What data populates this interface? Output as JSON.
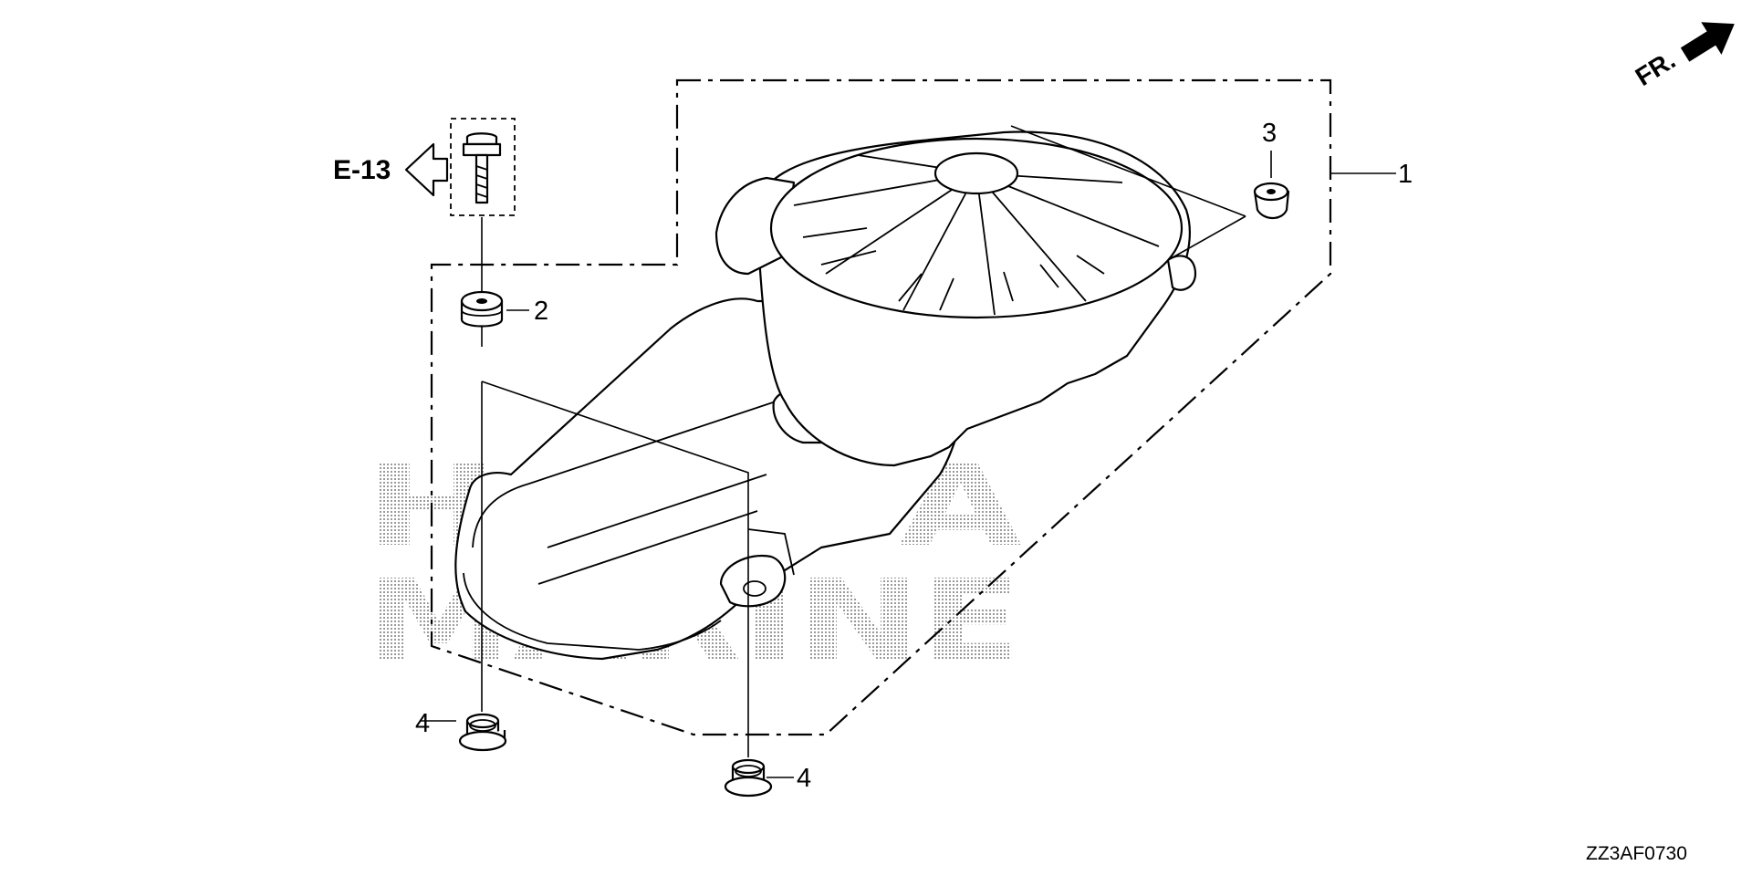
{
  "title": "",
  "callouts": {
    "cover_assy": "1",
    "grommet_a": "2",
    "grommet_b": "3",
    "collar_left": "4",
    "collar_right": "4"
  },
  "reference": {
    "label": "E-13",
    "direction_icon": "hollow-left-arrow-icon"
  },
  "orientation": {
    "label": "FR.",
    "icon": "front-direction-arrow-icon"
  },
  "watermark": {
    "line1": "HONDA",
    "line2": "MARINE"
  },
  "diagram_code": "ZZ3AF0730"
}
